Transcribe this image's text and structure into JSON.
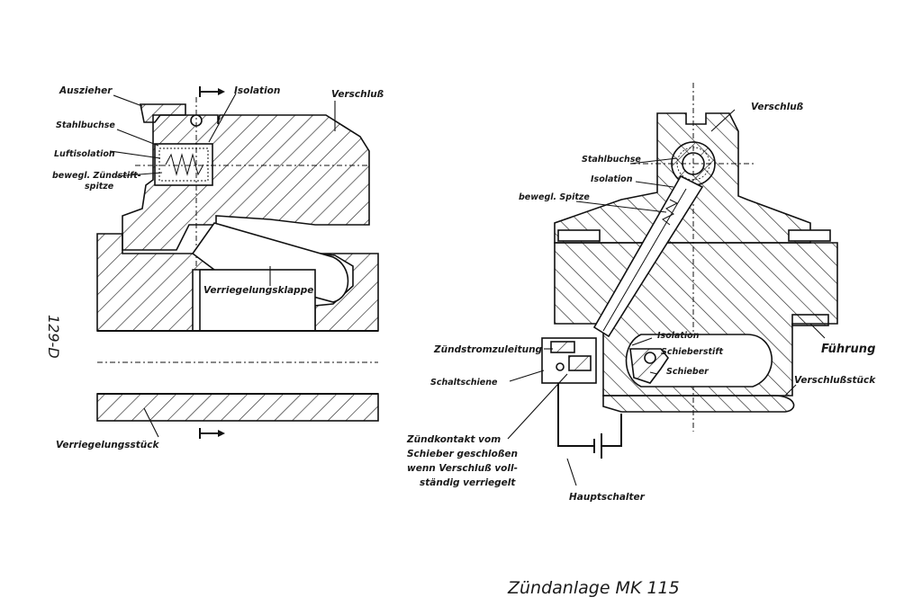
{
  "left_view": {
    "labels": {
      "auszieher": "Auszieher",
      "isolation": "Isolation",
      "verschluss": "Verschluß",
      "stahlbuchse": "Stahlbuchse",
      "luftisolation": "Luftisolation",
      "zuendstift_line1": "bewegl. Zündstift-",
      "zuendstift_line2": "spitze",
      "verriegelungsklappe": "Verriegelungsklappe",
      "verriegelungsstueck": "Verriegelungsstück"
    },
    "side_mark": "129-D"
  },
  "right_view": {
    "labels": {
      "verschluss": "Verschluß",
      "stahlbuchse": "Stahlbuchse",
      "isolation": "Isolation",
      "bewegl_spitze": "bewegl. Spitze",
      "zuendstromzuleitung": "Zündstromzuleitung",
      "isolation_2": "Isolation",
      "schieberstift": "Schieberstift",
      "schieber": "Schieber",
      "fuehrung": "Führung",
      "schaltschiene": "Schaltschiene",
      "verschlussstueck": "Verschlußstück",
      "zuendkontakt_line1": "Zündkontakt vom",
      "zuendkontakt_line2": "Schieber geschloßen",
      "zuendkontakt_line3": "wenn Verschluß voll-",
      "zuendkontakt_line4": "ständig verriegelt",
      "hauptschalter": "Hauptschalter"
    }
  },
  "caption": "Zündanlage MK 115",
  "colors": {
    "ink": "#111111",
    "paper": "#ffffff"
  }
}
